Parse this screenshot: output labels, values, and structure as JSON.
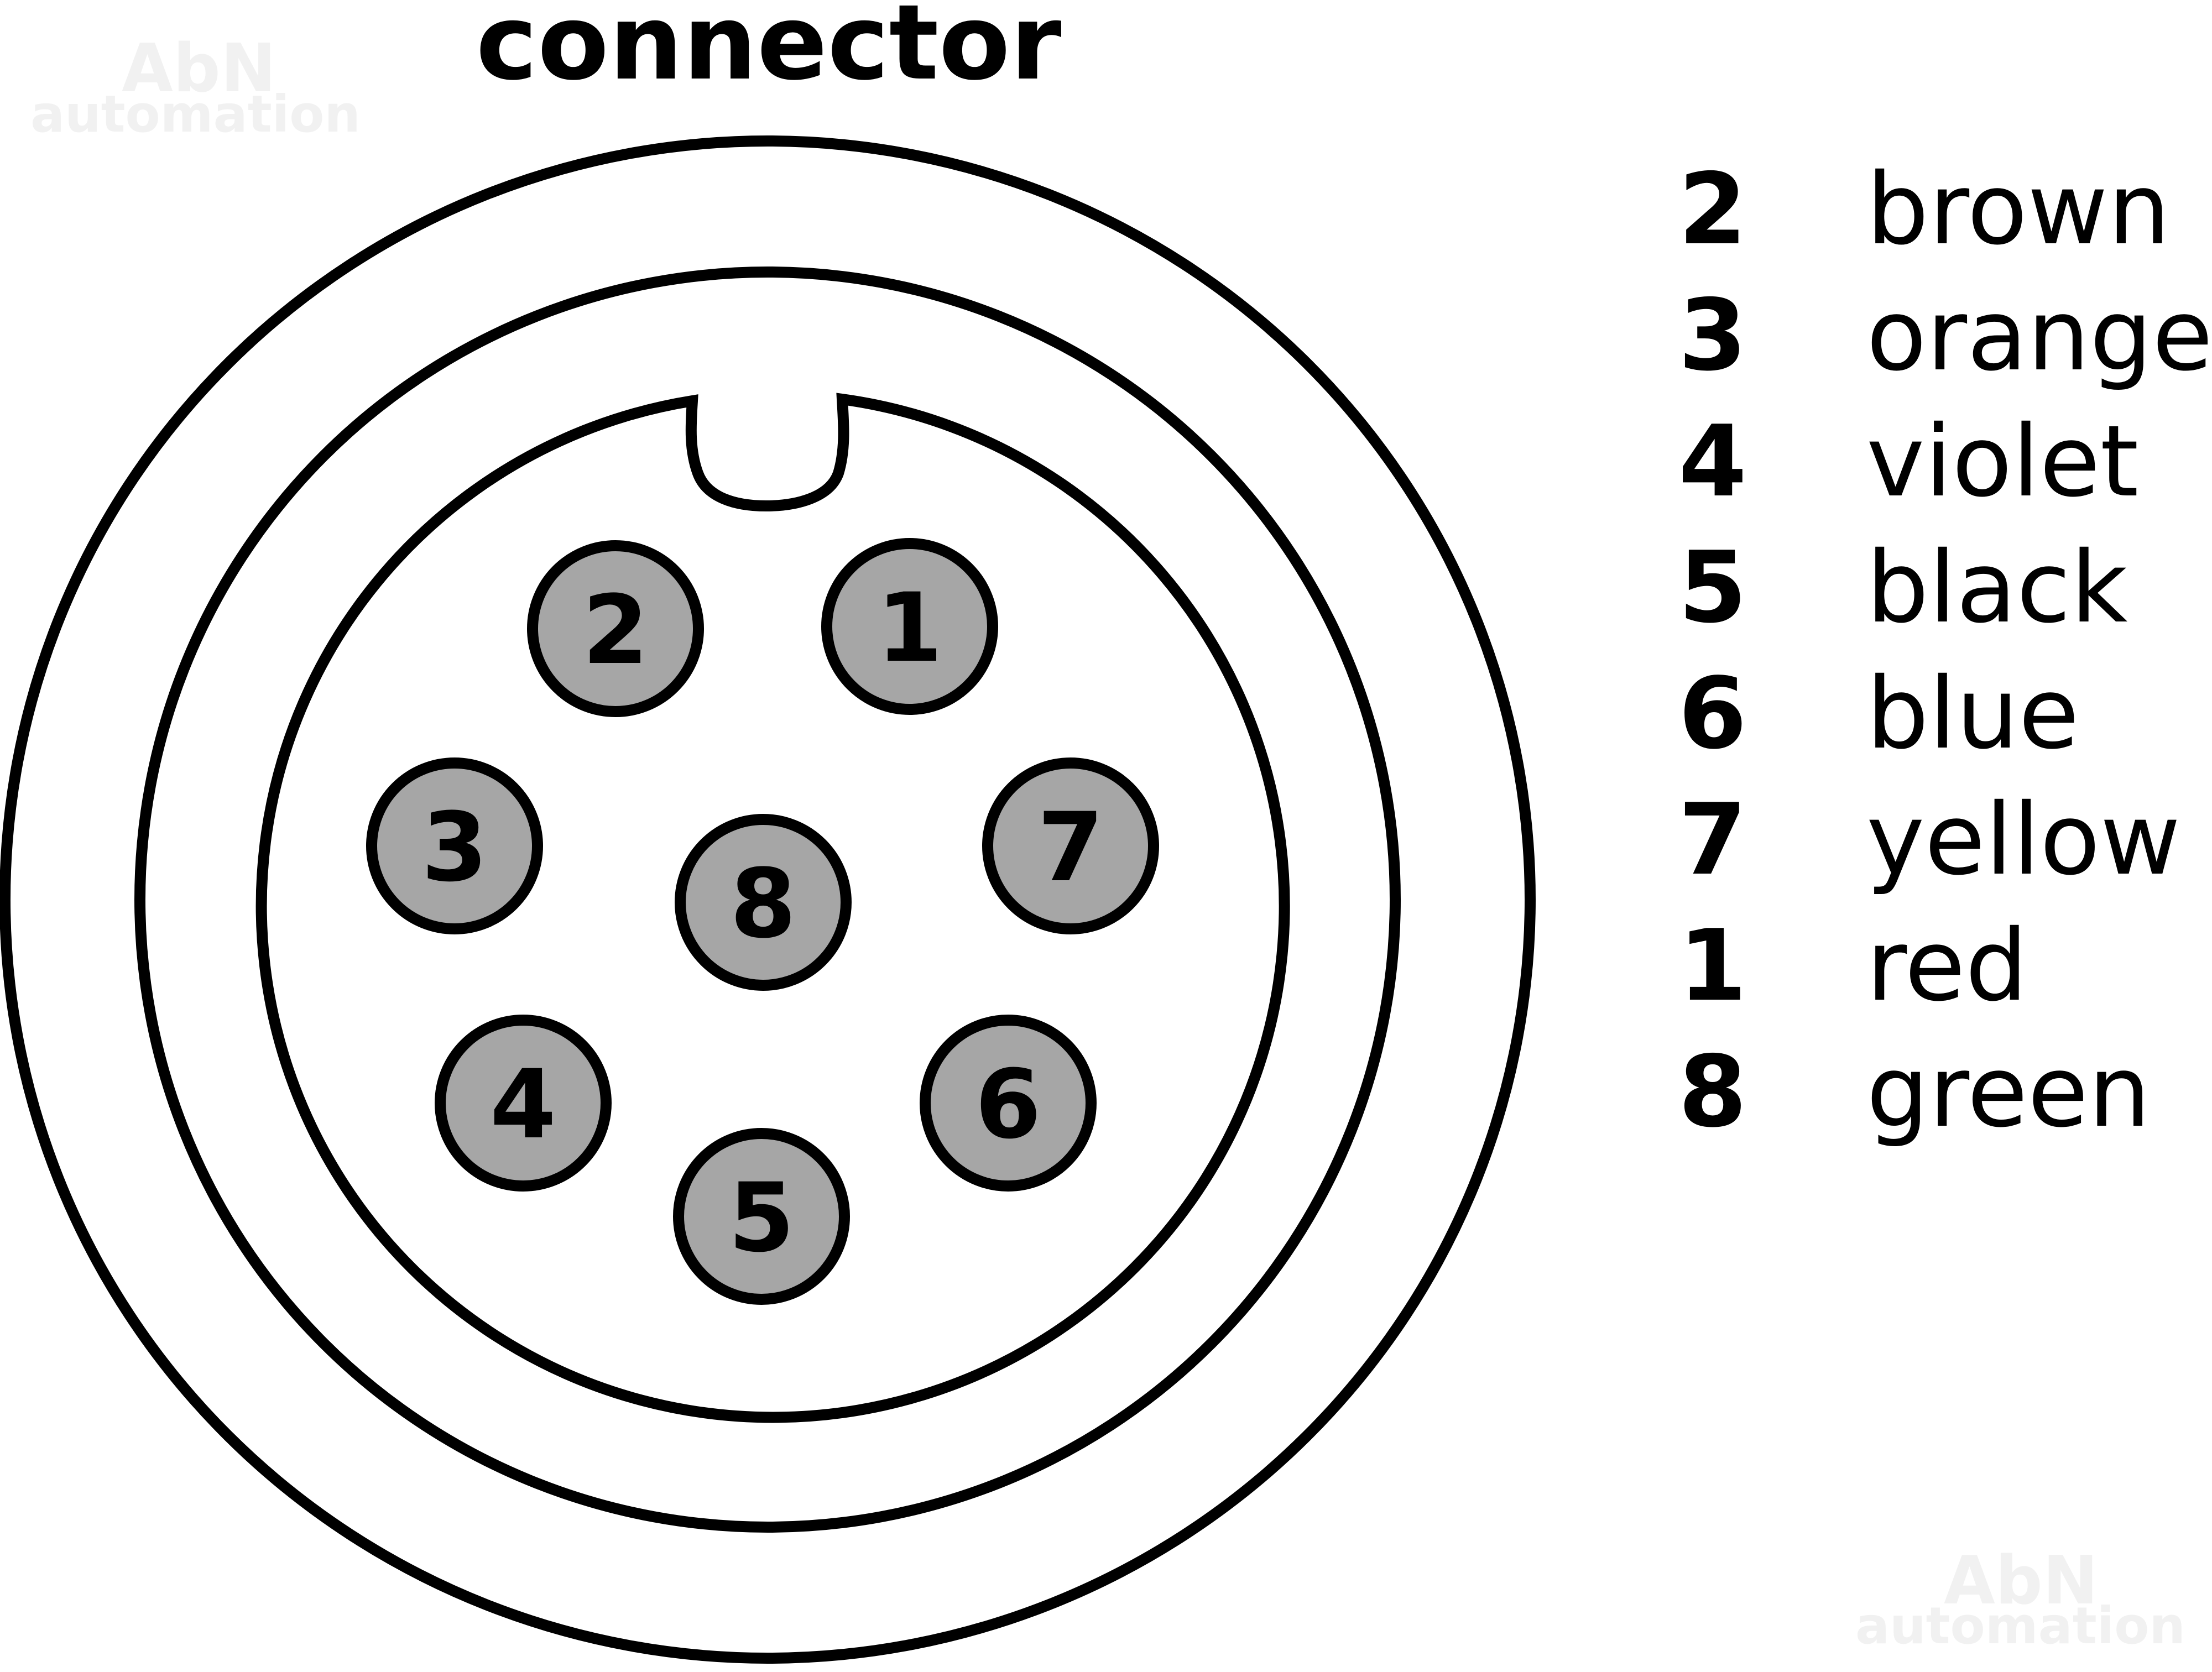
{
  "title": "connector",
  "watermark": {
    "line1": "AbN",
    "line2": "automation"
  },
  "pins": [
    {
      "number": "1"
    },
    {
      "number": "2"
    },
    {
      "number": "3"
    },
    {
      "number": "4"
    },
    {
      "number": "5"
    },
    {
      "number": "6"
    },
    {
      "number": "7"
    },
    {
      "number": "8"
    }
  ],
  "legend": [
    {
      "pin": "2",
      "color": "brown"
    },
    {
      "pin": "3",
      "color": "orange"
    },
    {
      "pin": "4",
      "color": "violet"
    },
    {
      "pin": "5",
      "color": "black"
    },
    {
      "pin": "6",
      "color": "blue"
    },
    {
      "pin": "7",
      "color": "yellow"
    },
    {
      "pin": "1",
      "color": "red"
    },
    {
      "pin": "8",
      "color": "green"
    }
  ],
  "colors": {
    "outline": "#000000",
    "pin_fill": "#a6a6a6",
    "background": "#ffffff",
    "watermark": "#f1f1f1"
  }
}
